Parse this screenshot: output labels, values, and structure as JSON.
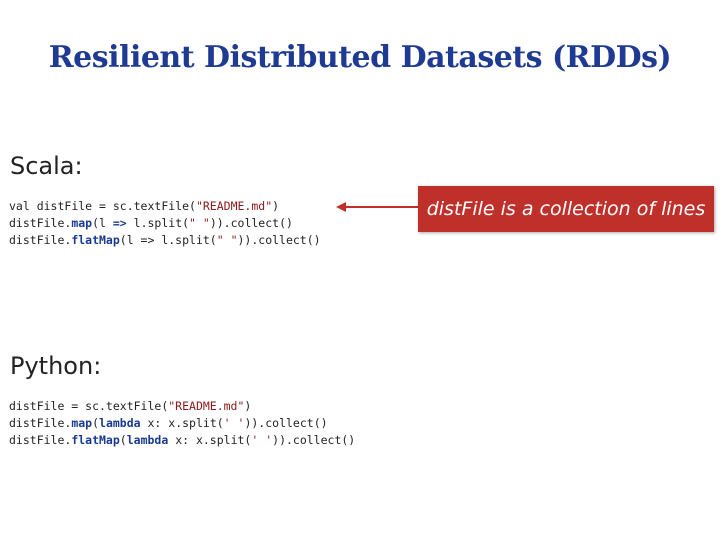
{
  "slide": {
    "title": "Resilient Distributed Datasets (RDDs)"
  },
  "scala": {
    "label": "Scala:",
    "lines": [
      [
        {
          "t": "val dist",
          "c": ""
        },
        {
          "t": "File = sc.textFile(",
          "c": ""
        },
        {
          "t": "\"README.md\"",
          "c": "str"
        },
        {
          "t": ")",
          "c": ""
        }
      ],
      [
        {
          "t": "distFile.",
          "c": ""
        },
        {
          "t": "map",
          "c": "kw"
        },
        {
          "t": "(l ",
          "c": ""
        },
        {
          "t": "=>",
          "c": "kw"
        },
        {
          "t": " l.split(",
          "c": ""
        },
        {
          "t": "\" \"",
          "c": "str"
        },
        {
          "t": ")).collect()",
          "c": ""
        }
      ],
      [
        {
          "t": "distFile.",
          "c": ""
        },
        {
          "t": "flatMap",
          "c": "kw"
        },
        {
          "t": "(l => l.split(",
          "c": ""
        },
        {
          "t": "\" \"",
          "c": "str"
        },
        {
          "t": ")).collect()",
          "c": ""
        }
      ]
    ]
  },
  "python": {
    "label": "Python:",
    "lines": [
      [
        {
          "t": "distFile = sc.textFile(",
          "c": ""
        },
        {
          "t": "\"README.md\"",
          "c": "str"
        },
        {
          "t": ")",
          "c": ""
        }
      ],
      [
        {
          "t": "distFile.",
          "c": ""
        },
        {
          "t": "map",
          "c": "kw"
        },
        {
          "t": "(",
          "c": ""
        },
        {
          "t": "lambda",
          "c": "kw"
        },
        {
          "t": " x: x.split(",
          "c": ""
        },
        {
          "t": "' '",
          "c": "str"
        },
        {
          "t": ")).collect()",
          "c": ""
        }
      ],
      [
        {
          "t": "distFile.",
          "c": ""
        },
        {
          "t": "flatMap",
          "c": "kw"
        },
        {
          "t": "(",
          "c": ""
        },
        {
          "t": "lambda",
          "c": "kw"
        },
        {
          "t": " x: x.split(",
          "c": ""
        },
        {
          "t": "' '",
          "c": "str"
        },
        {
          "t": ")).collect()",
          "c": ""
        }
      ]
    ]
  },
  "callout": {
    "text": "distFile is a collection of lines",
    "color": "#c0302b"
  },
  "colors": {
    "title": "#1f3a93",
    "keyword": "#1a3a8f",
    "string": "#8b1a1a"
  }
}
